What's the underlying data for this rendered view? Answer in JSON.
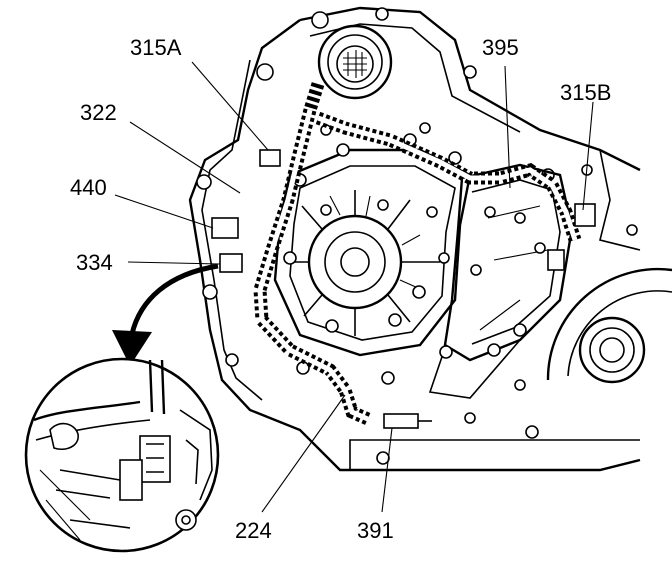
{
  "callouts": {
    "c315a": "315A",
    "c322": "322",
    "c440": "440",
    "c334": "334",
    "c395": "395",
    "c315b": "315B",
    "c224": "224",
    "c391": "391"
  }
}
